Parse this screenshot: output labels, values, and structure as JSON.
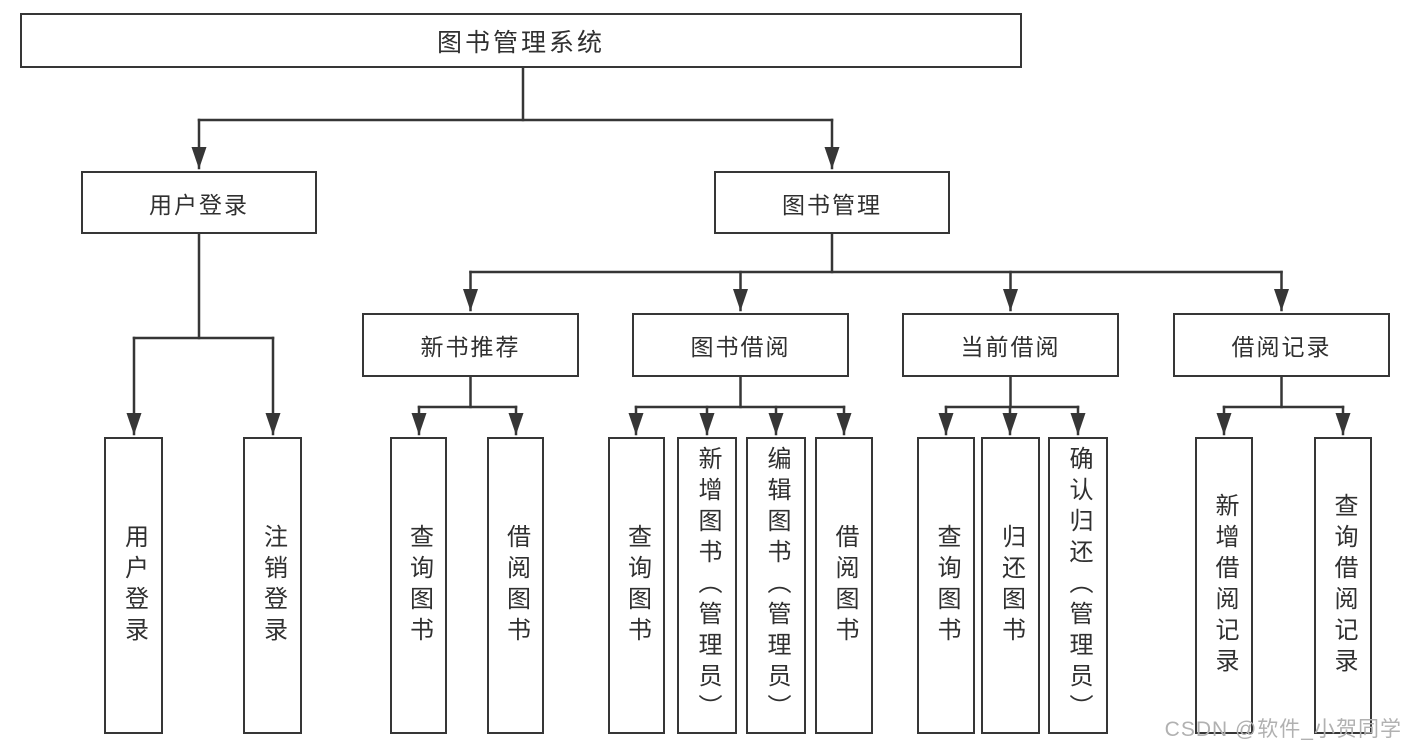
{
  "diagram": {
    "title": "图书管理系统",
    "branches": [
      {
        "label": "用户登录",
        "children": [
          "用户登录",
          "注销登录"
        ]
      },
      {
        "label": "图书管理",
        "children": [
          {
            "label": "新书推荐",
            "children": [
              "查询图书",
              "借阅图书"
            ]
          },
          {
            "label": "图书借阅",
            "children": [
              "查询图书",
              "新增图书（管理员）",
              "编辑图书（管理员）",
              "借阅图书"
            ]
          },
          {
            "label": "当前借阅",
            "children": [
              "查询图书",
              "归还图书",
              "确认归还（管理员）"
            ]
          },
          {
            "label": "借阅记录",
            "children": [
              "新增借阅记录",
              "查询借阅记录"
            ]
          }
        ]
      }
    ]
  },
  "watermark": {
    "text": "CSDN @软件_小贺同学"
  },
  "colors": {
    "line": "#363636",
    "text": "#303030",
    "box_background": "#ffffff",
    "page_background": "#ffffff",
    "watermark": "#b1b1b1"
  }
}
